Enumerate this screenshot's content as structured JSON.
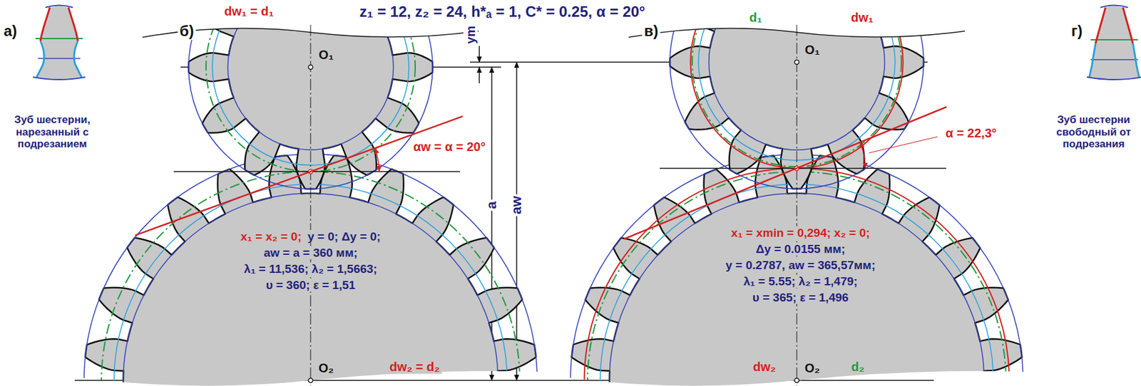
{
  "diagram": {
    "title": "z₁ = 12, z₂ = 24, h*ₐ = 1, C* = 0.25, α = 20°",
    "labels": [
      "а)",
      "б)",
      "в)",
      "г)",
      "dw₁ = d₁",
      "O₁",
      "O₁",
      "ym",
      "a",
      "aw",
      "αw = α = 20°",
      "d₁",
      "dw₁",
      "α = 22,3°",
      "Зуб шестерни, нарезанный с подрезанием",
      "Зуб шестерни свободный от подрезания",
      "x₁ = x₂ = 0;",
      "y = 0; Δy = 0;",
      "aw = a = 360 мм;",
      "λ₁ = 11,536; λ₂ = 1,5663;",
      "υ = 360; ε = 1,51",
      "dw₂ = d₂",
      "x₁ = xmin = 0,294; x₂ = 0;",
      "Δy = 0.0155 мм;",
      "y = 0.2787, aw = 365,57мм;",
      "λ₁ = 5.55; λ₂ = 1,479;",
      "υ = 365; ε = 1,496",
      "O₂",
      "O₂",
      "dw₂",
      "d₂"
    ]
  }
}
